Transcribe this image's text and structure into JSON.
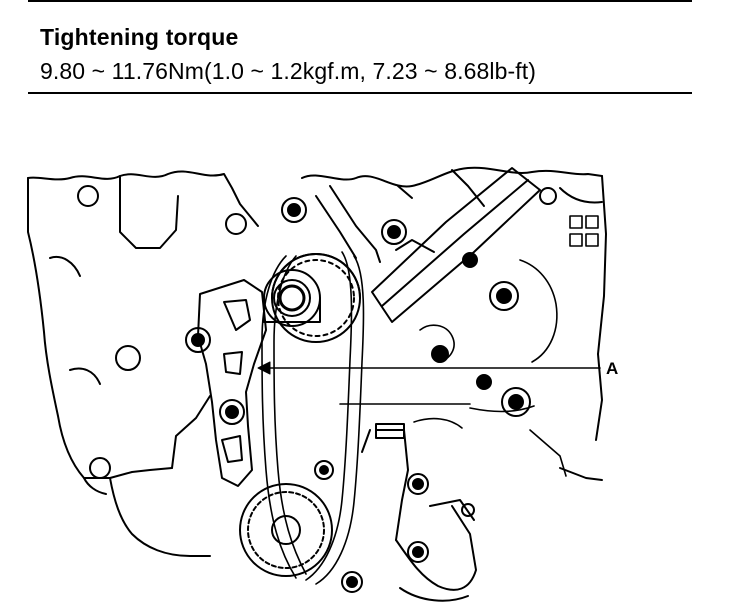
{
  "spec": {
    "title": "Tightening torque",
    "value": "9.80 ~ 11.76Nm(1.0 ~ 1.2kgf.m, 7.23 ~ 8.68lb-ft)"
  },
  "diagram": {
    "callouts": [
      {
        "label": "A"
      }
    ]
  }
}
